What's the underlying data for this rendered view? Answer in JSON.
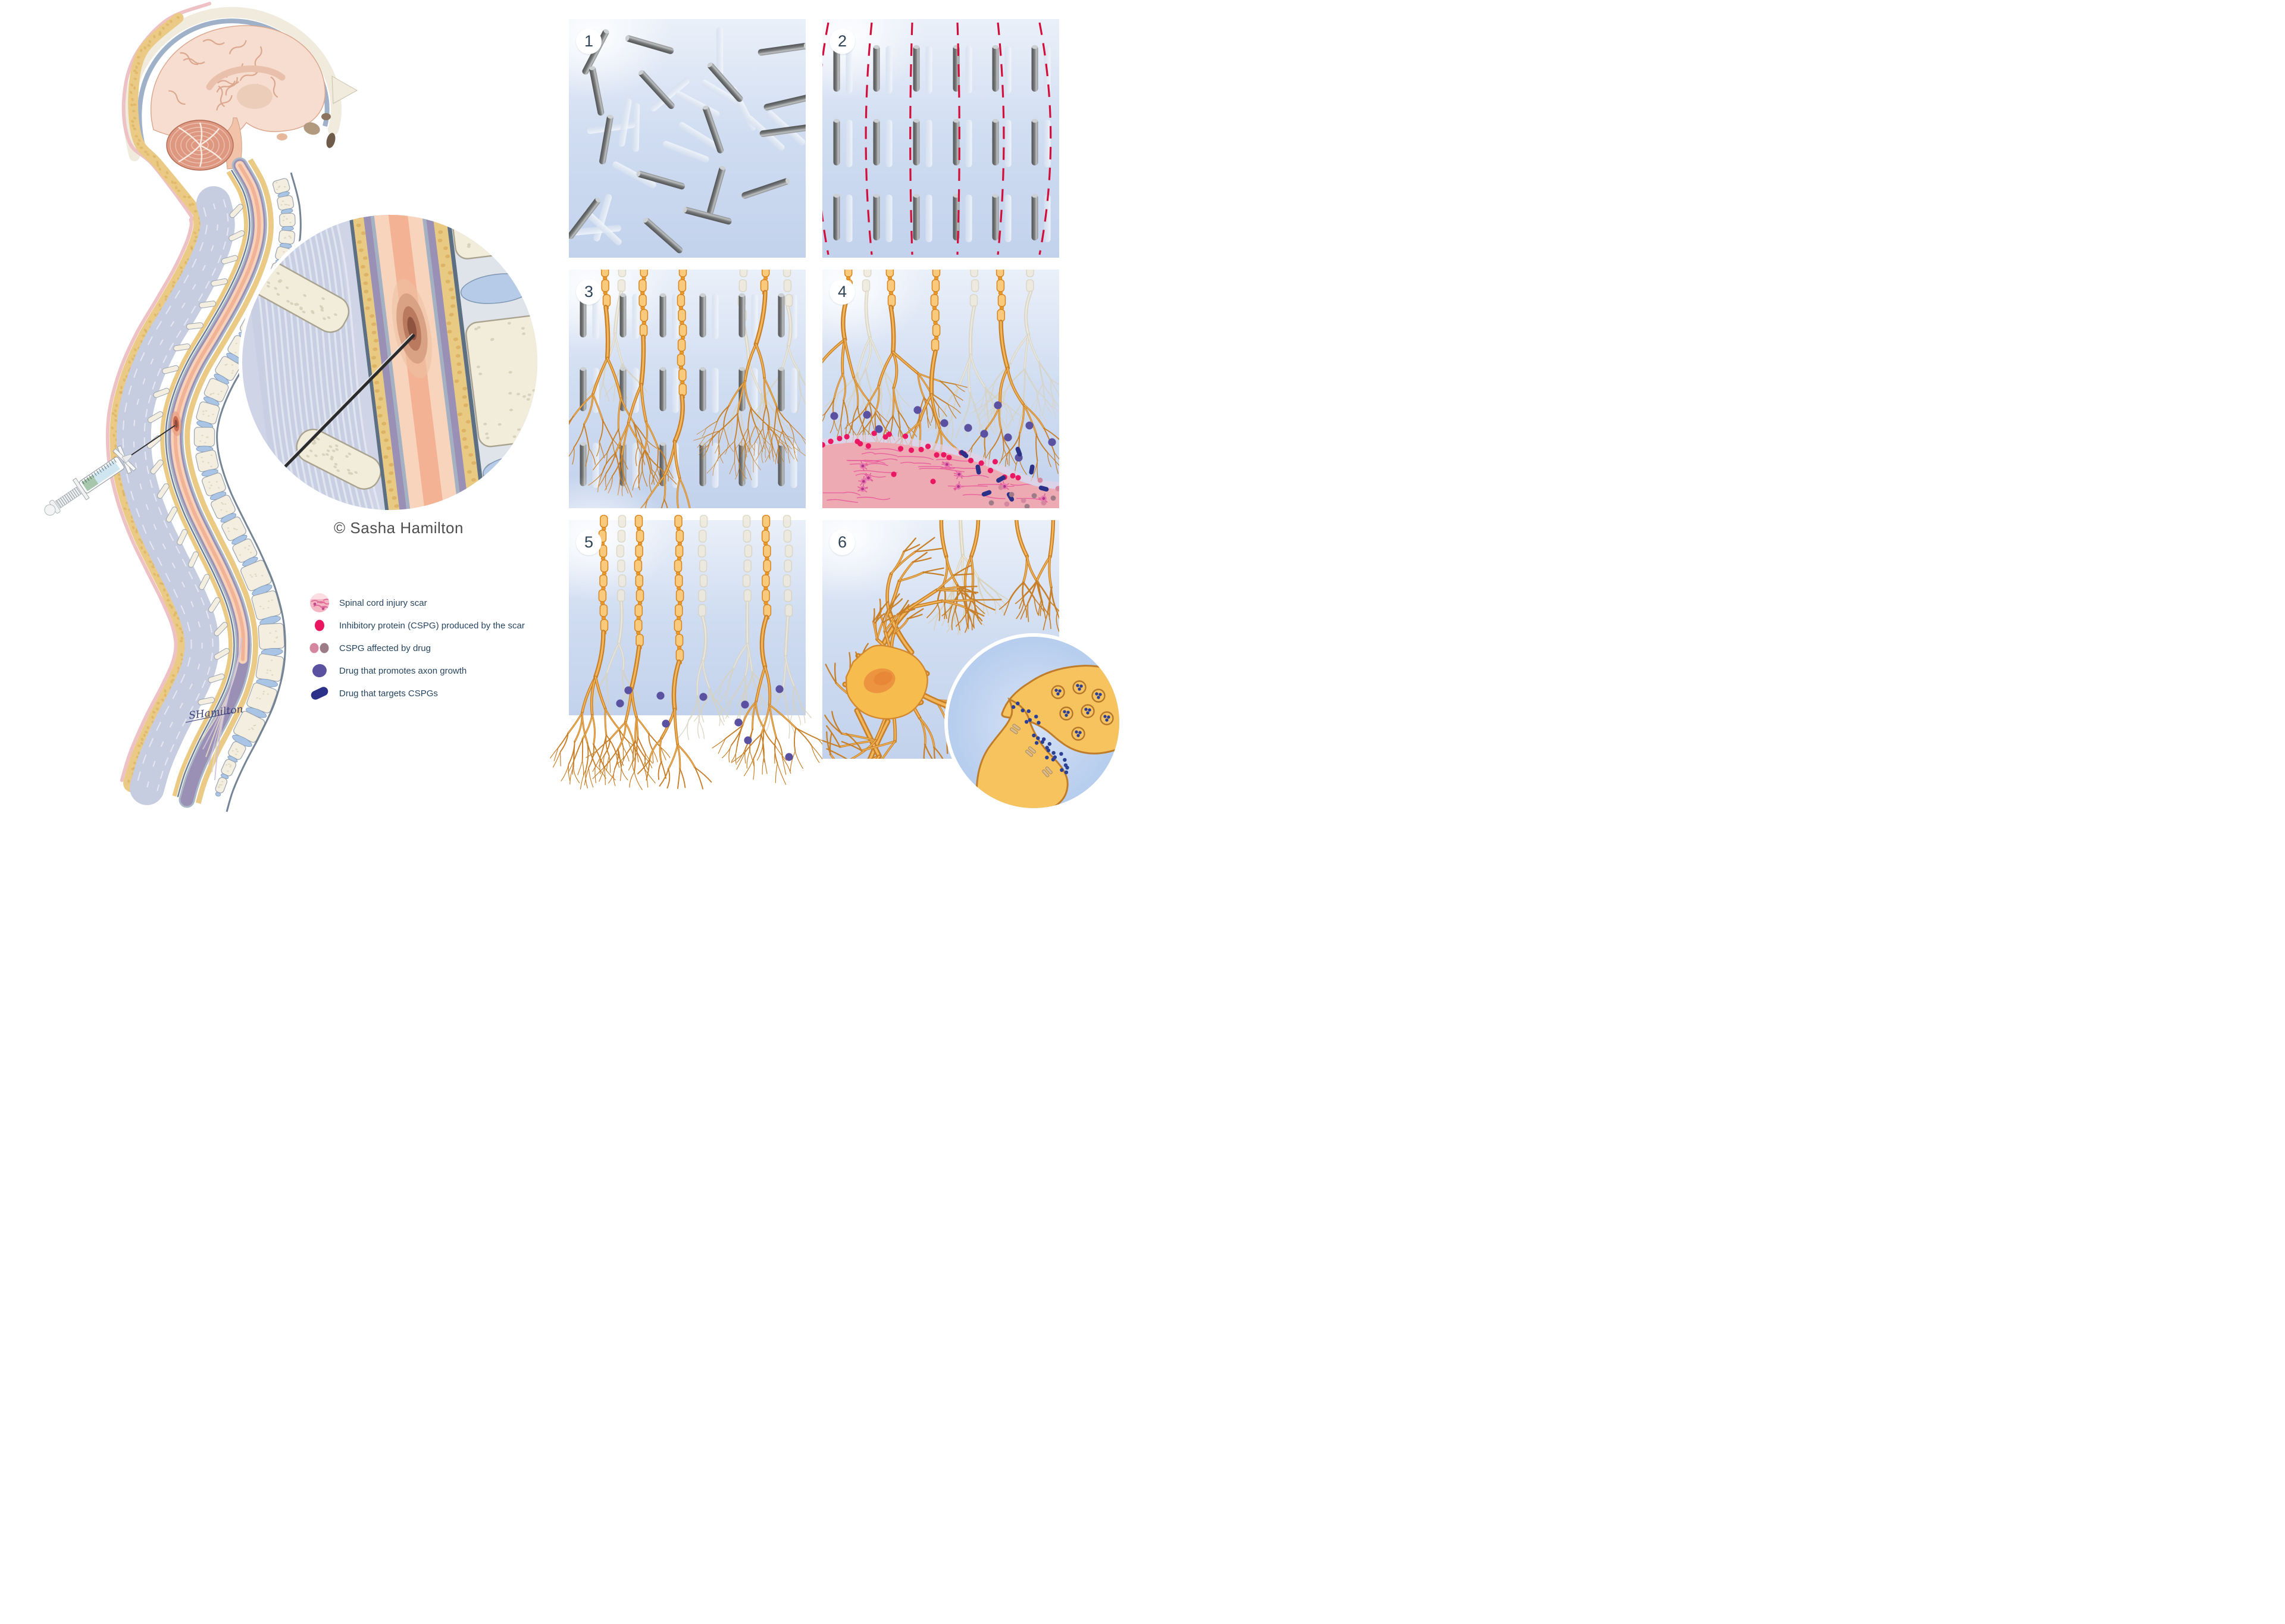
{
  "credit": "© Sasha Hamilton",
  "signature": "SHamilton",
  "panels": [
    {
      "number": "1",
      "name": "scaffold-rods-random"
    },
    {
      "number": "2",
      "name": "scaffold-rods-aligned-guide-lines"
    },
    {
      "number": "3",
      "name": "axons-growing-along-scaffold"
    },
    {
      "number": "4",
      "name": "axons-reach-scar-drugs-released"
    },
    {
      "number": "5",
      "name": "axons-extend-past-scar"
    },
    {
      "number": "6",
      "name": "neuron-regrown-synapse-restored"
    }
  ],
  "legend": {
    "items": [
      {
        "label": "Spinal cord injury scar",
        "type": "scar-swatch",
        "color": "#f5b6c3"
      },
      {
        "label": "Inhibitory protein (CSPG) produced by the scar",
        "type": "dot",
        "color": "#eb1660"
      },
      {
        "label": "CSPG affected by drug",
        "type": "dot-pair",
        "colors": [
          "#d687a0",
          "#9e7c87"
        ]
      },
      {
        "label": "Drug that promotes axon growth",
        "type": "dot",
        "color": "#5b51a1"
      },
      {
        "label": "Drug that targets CSPGs",
        "type": "capsule",
        "color": "#2b3088"
      }
    ]
  },
  "palette": {
    "panel_bg_top": "#eaf0f9",
    "panel_bg_mid": "#cfdcf1",
    "panel_bg_bottom": "#c3d2ec",
    "rod_dark": "#6e6e6e",
    "rod_ghost": "#e6ebf4",
    "guide_dash": "#d10f3a",
    "axon_outline": "#c77f28",
    "axon_fill": "#f3b65a",
    "myelin": "#f9c97c",
    "myelin_node": "#e89b2d",
    "axon_ghost_outline": "#d8d2bd",
    "axon_ghost_fill": "#efe9da",
    "scar": "#eeaab2",
    "scar_fiber": "#e7589b",
    "scar_halo": "#e2d3e6",
    "cspg_dot": "#ec1762",
    "cspg_affected_pink": "#d687a0",
    "cspg_affected_mauve": "#9e7c87",
    "drug_growth": "#5b51a1",
    "drug_cspg": "#2b3088",
    "neuron": "#f6bc4e",
    "neuron_nucleus": "#ec9440",
    "synapse_dot": "#2b3f94",
    "bone": "#f3eedf",
    "disc": "#a9c4e4",
    "fat": "#eaca84",
    "skin": "#eec2c5",
    "ligament": "#c6cde0",
    "dura": "#9a8fb4",
    "cord": "#f7d2ba",
    "injury": "#c86b52"
  }
}
